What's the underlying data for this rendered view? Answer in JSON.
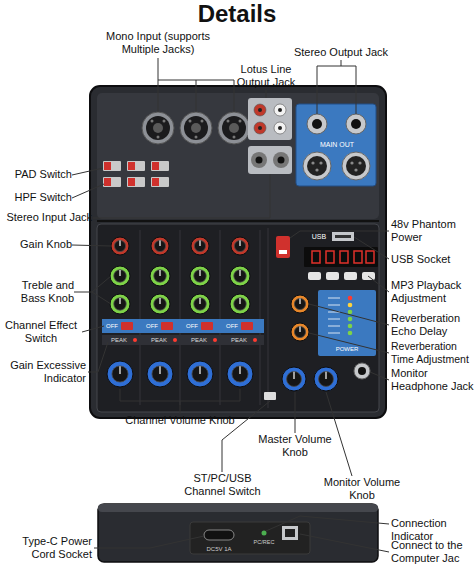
{
  "diagram": {
    "title": "Details",
    "labels": [
      "Mono Input (supports Multiple Jacks)",
      "Lotus Line Output Jack",
      "Stereo Output Jack",
      "PAD Switch",
      "HPF Switch",
      "Stereo Input Jack",
      "48v Phantom Power",
      "Gain Knob",
      "USB Socket",
      "Treble and Bass Knob",
      "MP3 Playback Adjustment",
      "Channel Effect Switch",
      "Reverberation Echo Delay",
      "Gain Excessive Indicator",
      "Reverberation Time Adjustment",
      "Monitor Headphone Jack",
      "Channel Volume Knob",
      "Master Volume Knob",
      "ST/PC/USB Channel Switch",
      "Monitor Volume Knob",
      "Connection Indicator",
      "Type-C Power Cord Socket",
      "Connect to the Computer Jac",
      "MAIN OUT",
      "USB",
      "POWER",
      "OFF",
      "OFF",
      "OFF",
      "OFF",
      "PEAK",
      "PEAK",
      "PEAK",
      "PEAK",
      "DC5V 1A",
      "PC/REC"
    ]
  }
}
